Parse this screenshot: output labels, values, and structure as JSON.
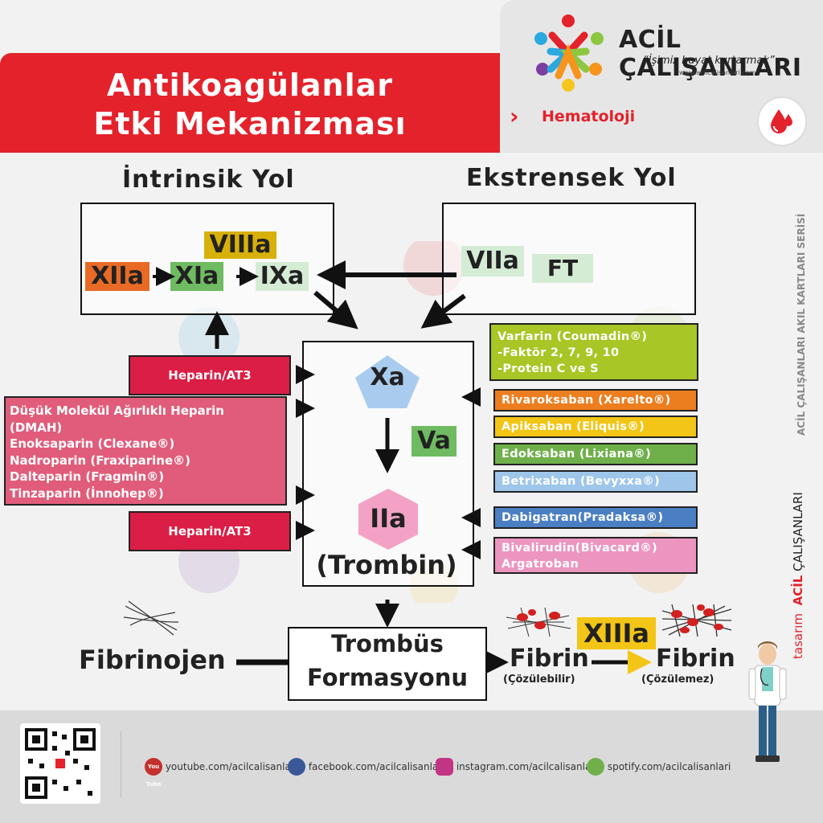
{
  "header": {
    "title_line1": "Antikoagülanlar",
    "title_line2": "Etki Mekanizması",
    "brand_name": "ACİL ÇALIŞANLARI",
    "brand_tagline": "“İşimiz hayat kurtarmak”",
    "brand_url": "www.acilcalisanlari.com",
    "category": "Hematoloji",
    "chevron": "›"
  },
  "side": {
    "series": "ACİL ÇALIŞANLARI AKIL KARTLARI SERİSİ",
    "design_prefix": "tasarım",
    "design_acil": "ACİL",
    "design_rest": "ÇALIŞANLARI"
  },
  "intrinsic": {
    "title": "İntrinsik Yol",
    "factor_xiia": "XIIa",
    "factor_xia": "XIa",
    "factor_ixa": "IXa",
    "factor_viiia": "VIIIa"
  },
  "extrinsic": {
    "title": "Ekstrensek Yol",
    "factor_viia": "VIIa",
    "factor_ft": "FT"
  },
  "center": {
    "xa": "Xa",
    "va": "Va",
    "iia": "IIa",
    "trombin": "(Trombin)"
  },
  "left_drugs": {
    "heparin_top": "Heparin/AT3",
    "dmah_lines": [
      "Düşük Molekül Ağırlıklı Heparin",
      "(DMAH)",
      "Enoksaparin (Clexane®)",
      "Nadroparin (Fraxiparine®)",
      "Dalteparin (Fragmin®)",
      "Tinzaparin (İnnohep®)"
    ],
    "heparin_bottom": "Heparin/AT3"
  },
  "right_drugs": {
    "varfarin_lines": [
      "Varfarin (Coumadin®)",
      "-Faktör 2, 7, 9, 10",
      "-Protein C ve S"
    ],
    "rivaroksaban": "Rivaroksaban (Xarelto®)",
    "apiksaban": "Apiksaban (Eliquis®)",
    "edoksaban": "Edoksaban (Lixiana®)",
    "betrixaban": "Betrixaban (Bevyxxa®)",
    "dabigatran": "Dabigatran(Pradaksa®)",
    "bivalirudin_lines": [
      "Bivalirudin(Bivacard®)",
      "Argatroban"
    ]
  },
  "bottom": {
    "fibrinojen": "Fibrinojen",
    "trombus_line1": "Trombüs",
    "trombus_line2": "Formasyonu",
    "fibrin1": "Fibrin",
    "fibrin1_sub": "(Çözülebilir)",
    "factor_xiiia": "XIIIa",
    "fibrin2": "Fibrin",
    "fibrin2_sub": "(Çözülemez)"
  },
  "footer": {
    "youtube": "youtube.com/acilcalisanlari",
    "facebook": "facebook.com/acilcalisanlari",
    "instagram": "instagram.com/acilcalisanlari",
    "spotify": "spotify.com/acilcalisanlari",
    "youtube_badge": "You Tube"
  },
  "colors": {
    "brand_red": "#e3222b",
    "drug_red": "#da1e45",
    "dmah_pink": "#e05c7a",
    "xiia_orange": "#e86a25",
    "green_light": "#d5ecd4",
    "green_mid": "#6fbb61",
    "yellow": "#d8b00a",
    "varfarin_green": "#a8c625",
    "rivaroksaban_orange": "#ec7e1f",
    "apiksaban_yellow": "#f3c516",
    "edoksaban_green": "#6fb04b",
    "betrixaban_blue": "#9ec6ea",
    "dabigatran_blue": "#4b7fc3",
    "bivalirudin_pink": "#ec95c1",
    "xa_blue": "#a9ccee",
    "iia_pink": "#f3a2c6"
  }
}
